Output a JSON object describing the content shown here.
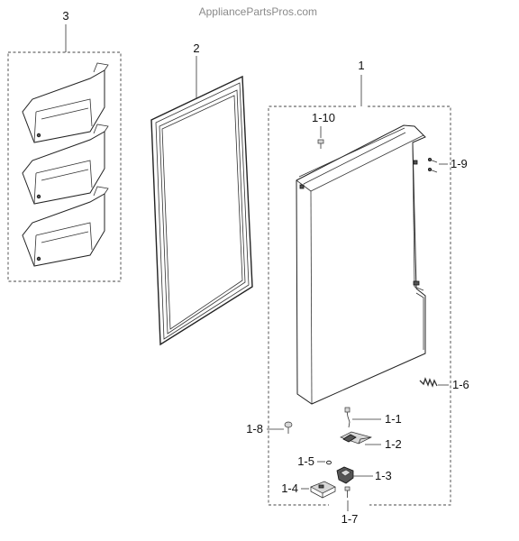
{
  "watermark": "AppliancePartsPros.com",
  "callouts": {
    "c1": "1",
    "c1_10": "1-10",
    "c1_9": "1-9",
    "c1_6": "1-6",
    "c1_1": "1-1",
    "c1_2": "1-2",
    "c1_8": "1-8",
    "c1_5": "1-5",
    "c1_3": "1-3",
    "c1_4": "1-4",
    "c1_7": "1-7",
    "c2": "2",
    "c3": "3"
  }
}
